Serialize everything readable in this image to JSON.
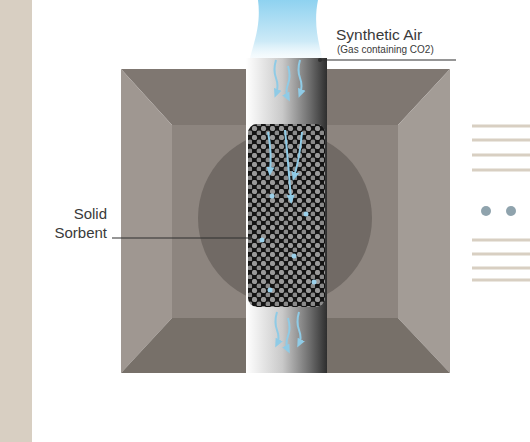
{
  "diagram": {
    "labels": [
      "Synthetic Air",
      "(Gas containing CO2)",
      "Solid Sorbent"
    ]
  }
}
